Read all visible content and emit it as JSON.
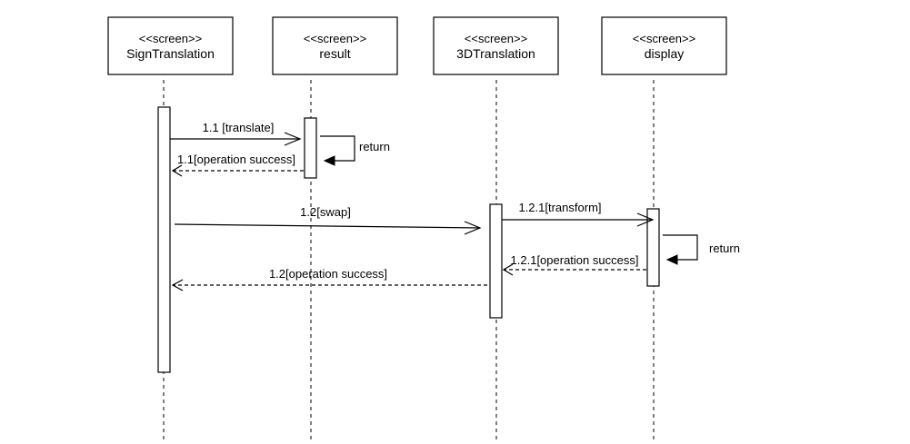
{
  "participants": [
    {
      "stereotype": "<<screen>>",
      "name": "SignTranslation"
    },
    {
      "stereotype": "<<screen>>",
      "name": "result"
    },
    {
      "stereotype": "<<screen>>",
      "name": "3DTranslation"
    },
    {
      "stereotype": "<<screen>>",
      "name": "display"
    }
  ],
  "messages": [
    {
      "label": "1.1 [translate]",
      "kind": "call"
    },
    {
      "label": "return",
      "kind": "self"
    },
    {
      "label": "1.1[operation success]",
      "kind": "reply"
    },
    {
      "label": "1.2[swap]",
      "kind": "call"
    },
    {
      "label": "1.2.1[transform]",
      "kind": "call"
    },
    {
      "label": "return",
      "kind": "self"
    },
    {
      "label": "1.2.1[operation success]",
      "kind": "reply"
    },
    {
      "label": "1.2[operation success]",
      "kind": "reply"
    }
  ]
}
